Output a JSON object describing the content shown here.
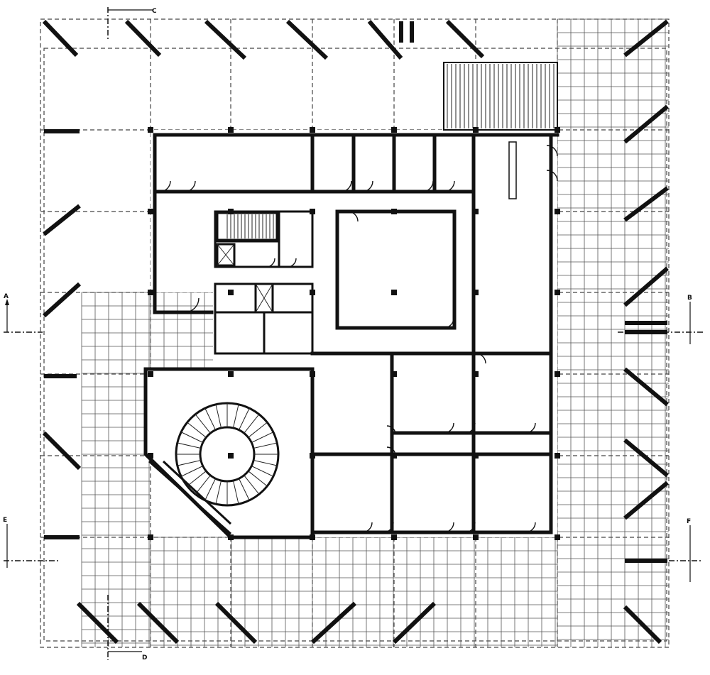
{
  "section_markers": {
    "top": "C",
    "bottom": "D",
    "left_upper": "A",
    "right_upper": "B",
    "left_lower": "E",
    "right_lower": "F"
  },
  "colors": {
    "ink": "#111111",
    "paper": "#ffffff",
    "grid": "#444444"
  }
}
